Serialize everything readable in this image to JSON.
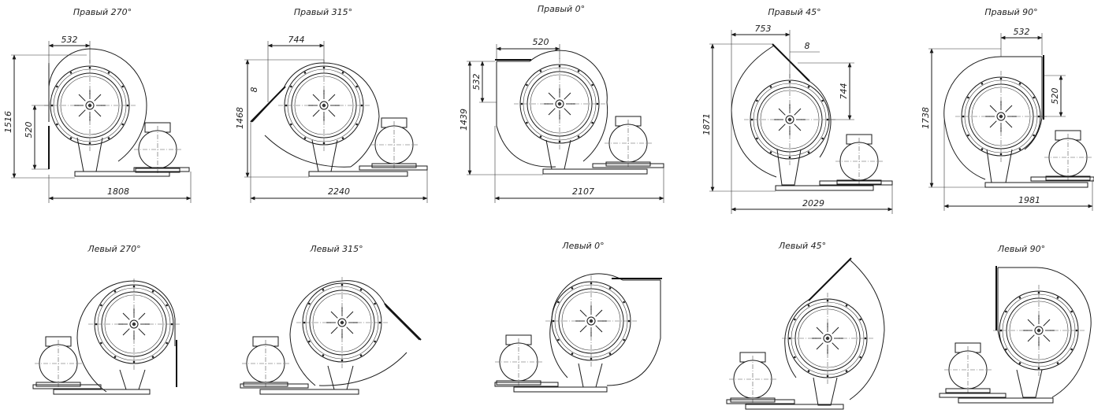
{
  "colors": {
    "line": "#1a1a1a",
    "background": "#ffffff"
  },
  "views": [
    {
      "title": "Правый 270°",
      "dims": {
        "top": "532",
        "left_outer": "1516",
        "left_inner": "520",
        "bottom": "1808"
      }
    },
    {
      "title": "Правый 315°",
      "dims": {
        "top": "744",
        "small": "8",
        "left_outer": "1468",
        "bottom": "2240"
      }
    },
    {
      "title": "Правый 0°",
      "dims": {
        "top": "520",
        "left_inner": "532",
        "left_outer": "1439",
        "bottom": "2107"
      }
    },
    {
      "title": "Правый 45°",
      "dims": {
        "top": "753",
        "small": "8",
        "right": "744",
        "left_outer": "1871",
        "bottom": "2029"
      }
    },
    {
      "title": "Правый 90°",
      "dims": {
        "top": "532",
        "right": "520",
        "left_outer": "1738",
        "bottom": "1981"
      }
    },
    {
      "title": "Левый 270°"
    },
    {
      "title": "Левый 315°"
    },
    {
      "title": "Левый 0°"
    },
    {
      "title": "Левый 45°"
    },
    {
      "title": "Левый 90°"
    }
  ]
}
